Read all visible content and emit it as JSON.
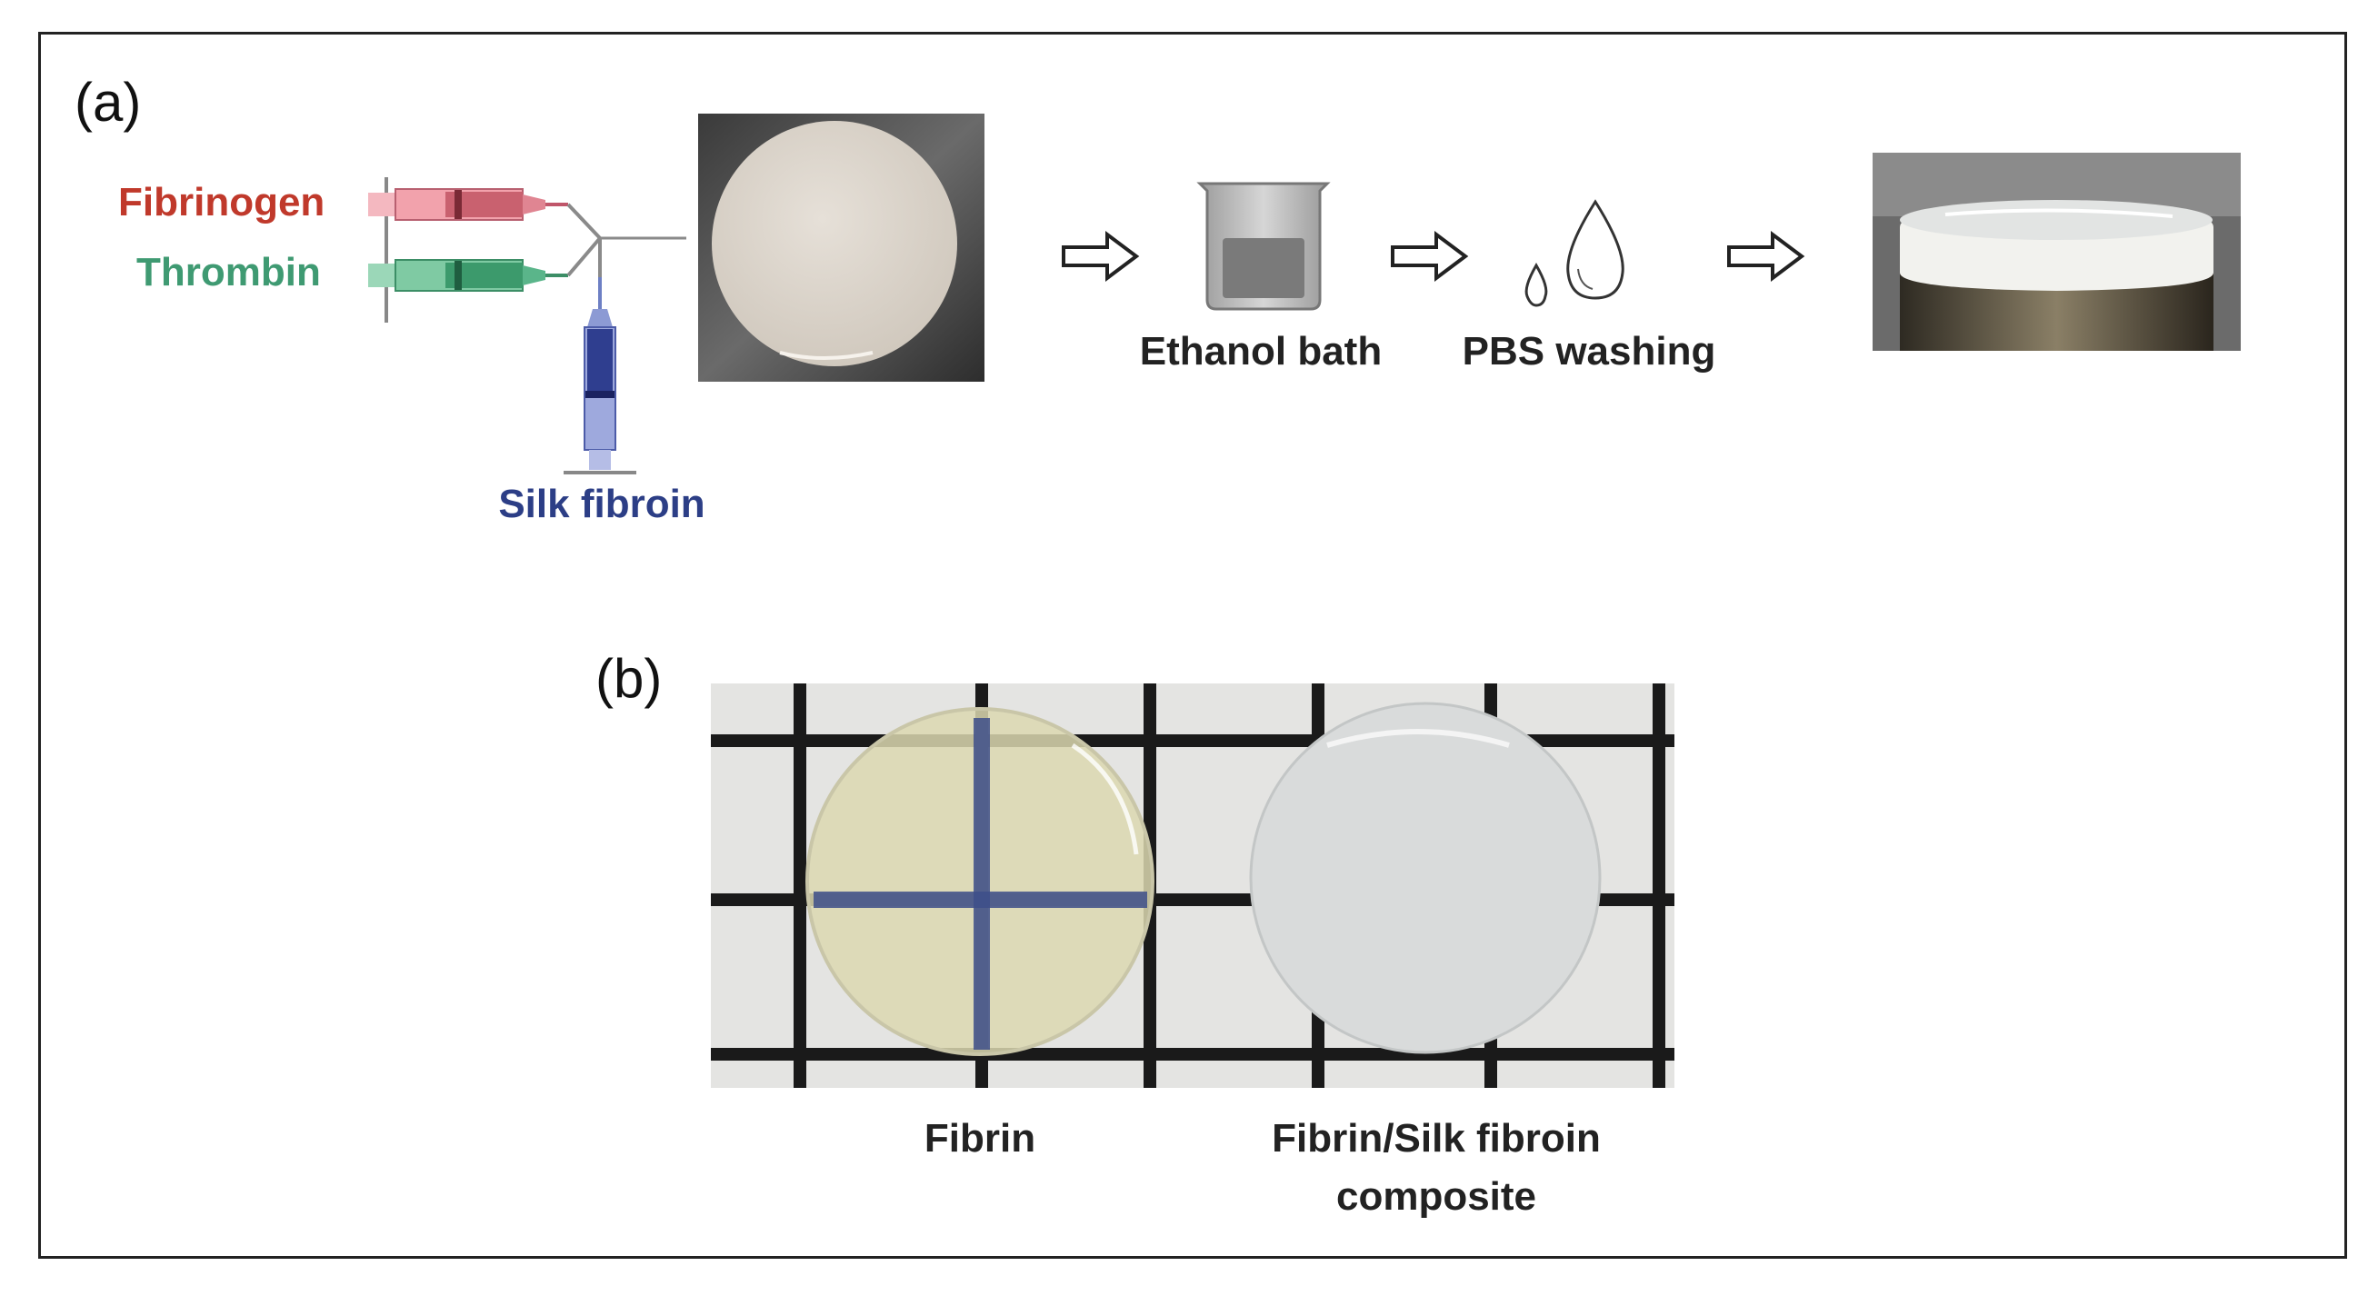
{
  "panel_a": {
    "label": "(a)",
    "syringes": [
      {
        "name": "Fibrinogen",
        "color": "#c0392b"
      },
      {
        "name": "Thrombin",
        "color": "#3f9a72"
      },
      {
        "name": "Silk fibroin",
        "color": "#2c3e86"
      }
    ],
    "steps": [
      {
        "label": "Ethanol bath",
        "icon": "beaker-icon"
      },
      {
        "label": "PBS washing",
        "icon": "water-drops-icon"
      }
    ],
    "arrow_icon": "right-hollow-arrow-icon"
  },
  "panel_b": {
    "label": "(b)",
    "samples": [
      {
        "caption": "Fibrin"
      },
      {
        "caption_line1": "Fibrin/Silk fibroin",
        "caption_line2": "composite"
      }
    ]
  }
}
